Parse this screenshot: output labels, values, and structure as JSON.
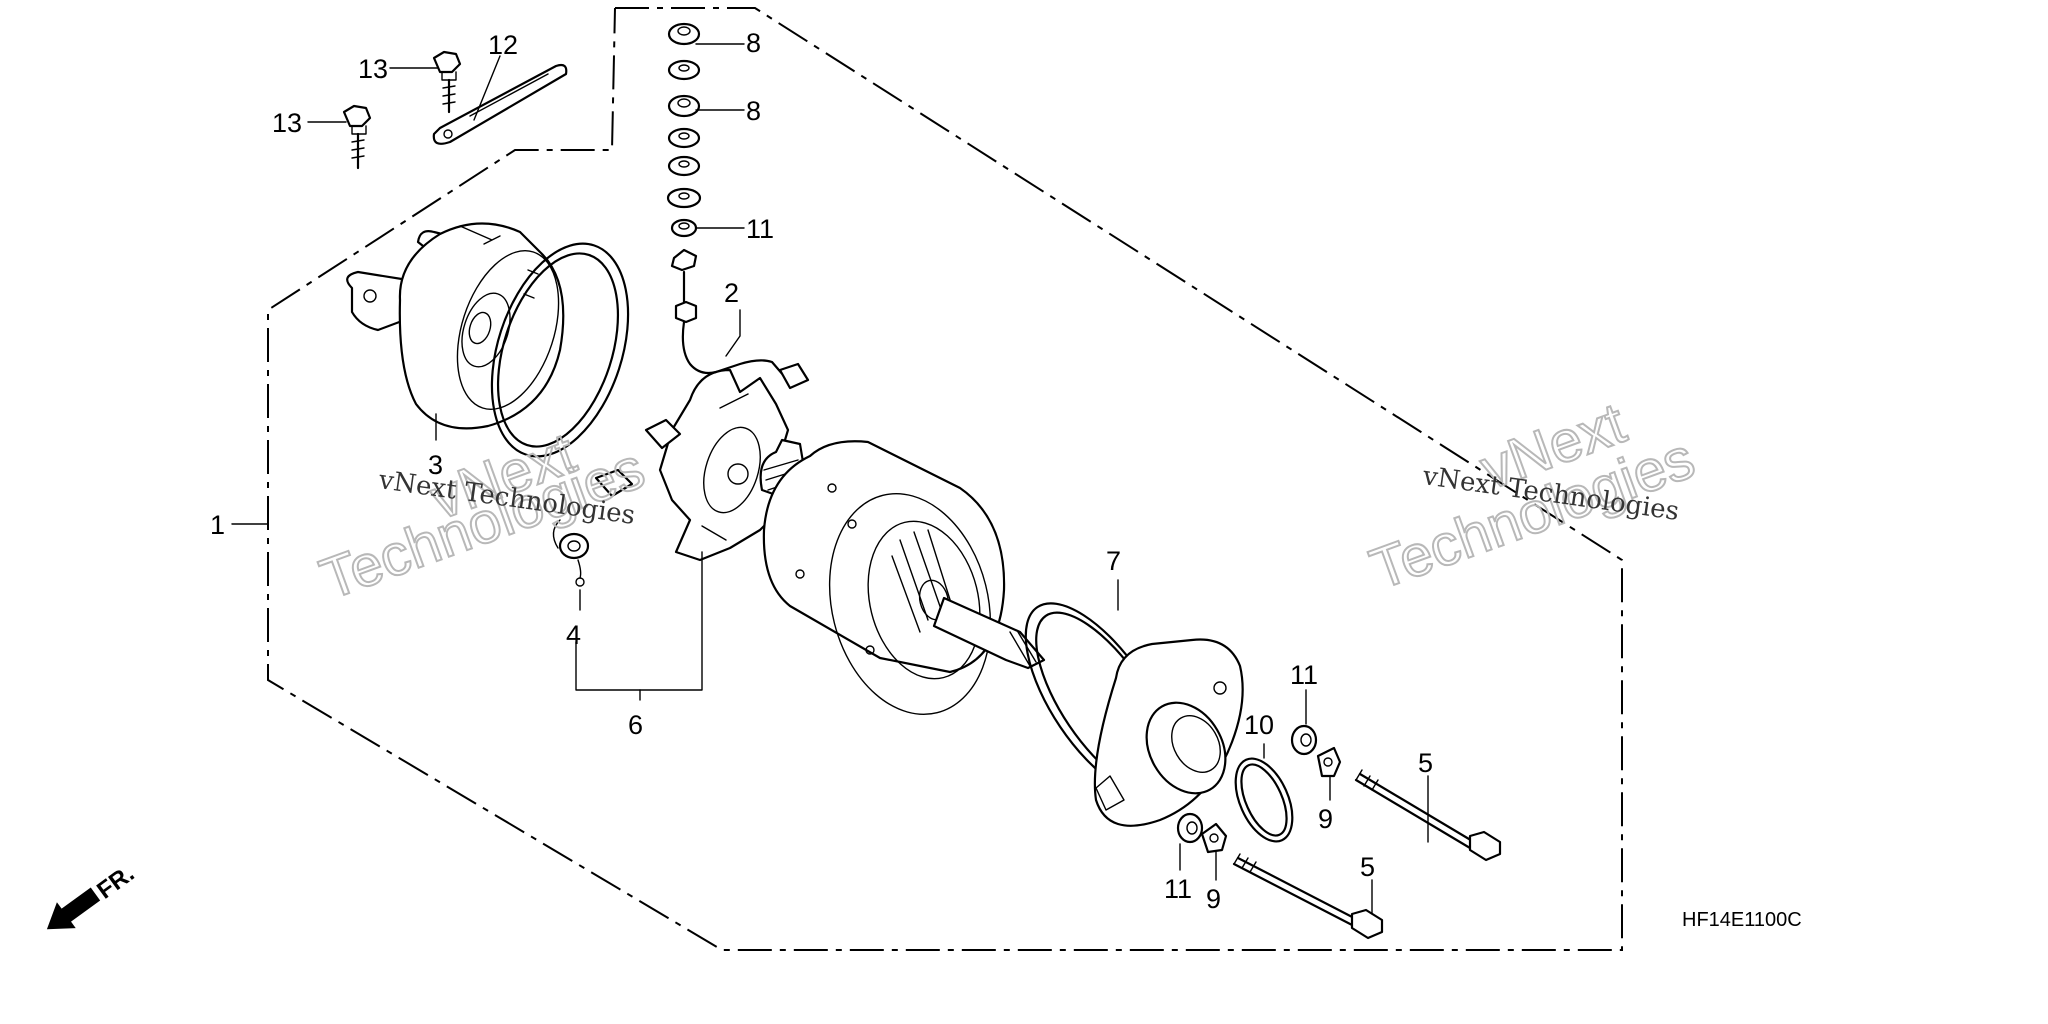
{
  "diagram": {
    "code": "HF14E1100C",
    "front_label": "FR.",
    "watermark_small": "vNext Technologies",
    "watermark_big_top": "vNext",
    "watermark_big_bottom": "Technologies",
    "callouts": {
      "c1": "1",
      "c2": "2",
      "c3": "3",
      "c4": "4",
      "c5a": "5",
      "c5b": "5",
      "c6": "6",
      "c7": "7",
      "c8a": "8",
      "c8b": "8",
      "c9a": "9",
      "c9b": "9",
      "c10": "10",
      "c11a": "11",
      "c11b": "11",
      "c11c": "11",
      "c12": "12",
      "c13a": "13",
      "c13b": "13"
    }
  }
}
